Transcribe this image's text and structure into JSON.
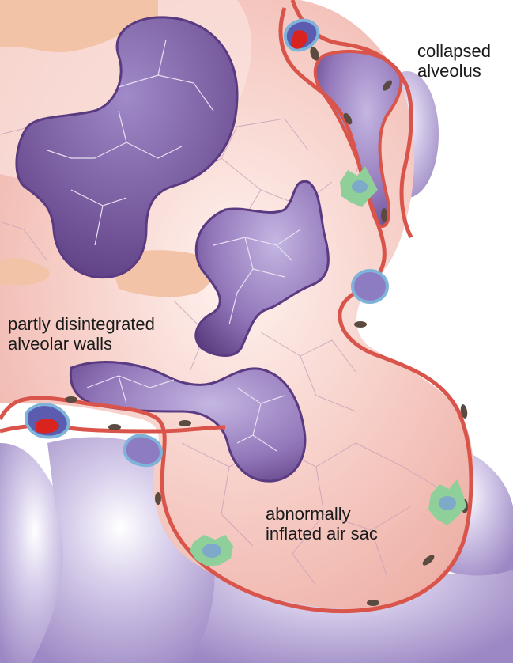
{
  "labels": {
    "collapsed": [
      "collapsed",
      "alveolus"
    ],
    "partly_disintegrated": [
      "partly disintegrated",
      "alveolar walls"
    ],
    "abnormally_inflated": [
      "abnormally",
      "inflated air sac"
    ]
  },
  "colors": {
    "tissue_pink": "#f2b8b0",
    "tissue_light": "#fbe6e2",
    "alveolar_wall_red": "#d9544a",
    "purple_dark": "#6b4a8c",
    "purple_light": "#b8a8d6",
    "lavender_outer": "#c8bde0",
    "capillary_blue": "#7fb3d9",
    "blood_red": "#d8231f",
    "macrophage_green": "#8fcf9a"
  }
}
